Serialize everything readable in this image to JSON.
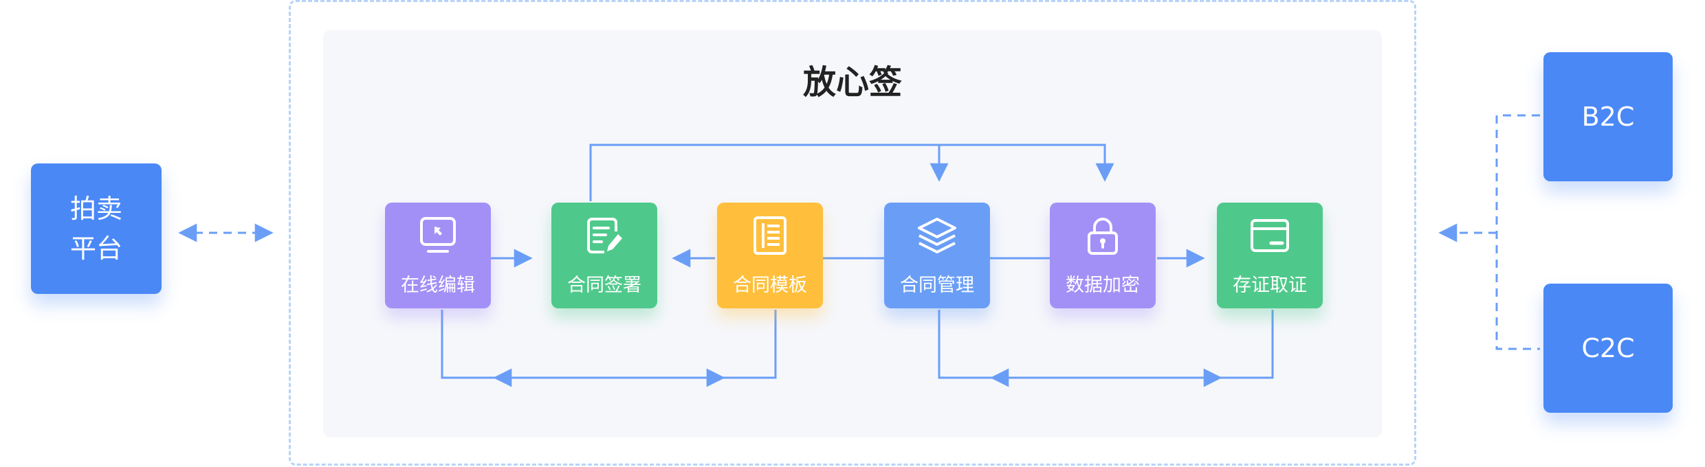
{
  "platform": {
    "line1": "拍卖",
    "line2": "平台"
  },
  "main": {
    "title": "放心签"
  },
  "nodes": [
    {
      "label": "在线编辑",
      "icon": "monitor-cursor-icon",
      "color": "#a390f6"
    },
    {
      "label": "合同签署",
      "icon": "document-pen-icon",
      "color": "#4fc98b"
    },
    {
      "label": "合同模板",
      "icon": "template-list-icon",
      "color": "#ffbf3c"
    },
    {
      "label": "合同管理",
      "icon": "layers-icon",
      "color": "#6a9ef6"
    },
    {
      "label": "数据加密",
      "icon": "lock-icon",
      "color": "#a390f6"
    },
    {
      "label": "存证取证",
      "icon": "certificate-card-icon",
      "color": "#4fc98b"
    }
  ],
  "clients": [
    {
      "label": "B2C"
    },
    {
      "label": "C2C"
    }
  ],
  "colors": {
    "accent": "#4a88f6",
    "connector": "#6a9ef6",
    "dashed_frame": "#b7d3f7",
    "panel": "#f6f7fb"
  }
}
